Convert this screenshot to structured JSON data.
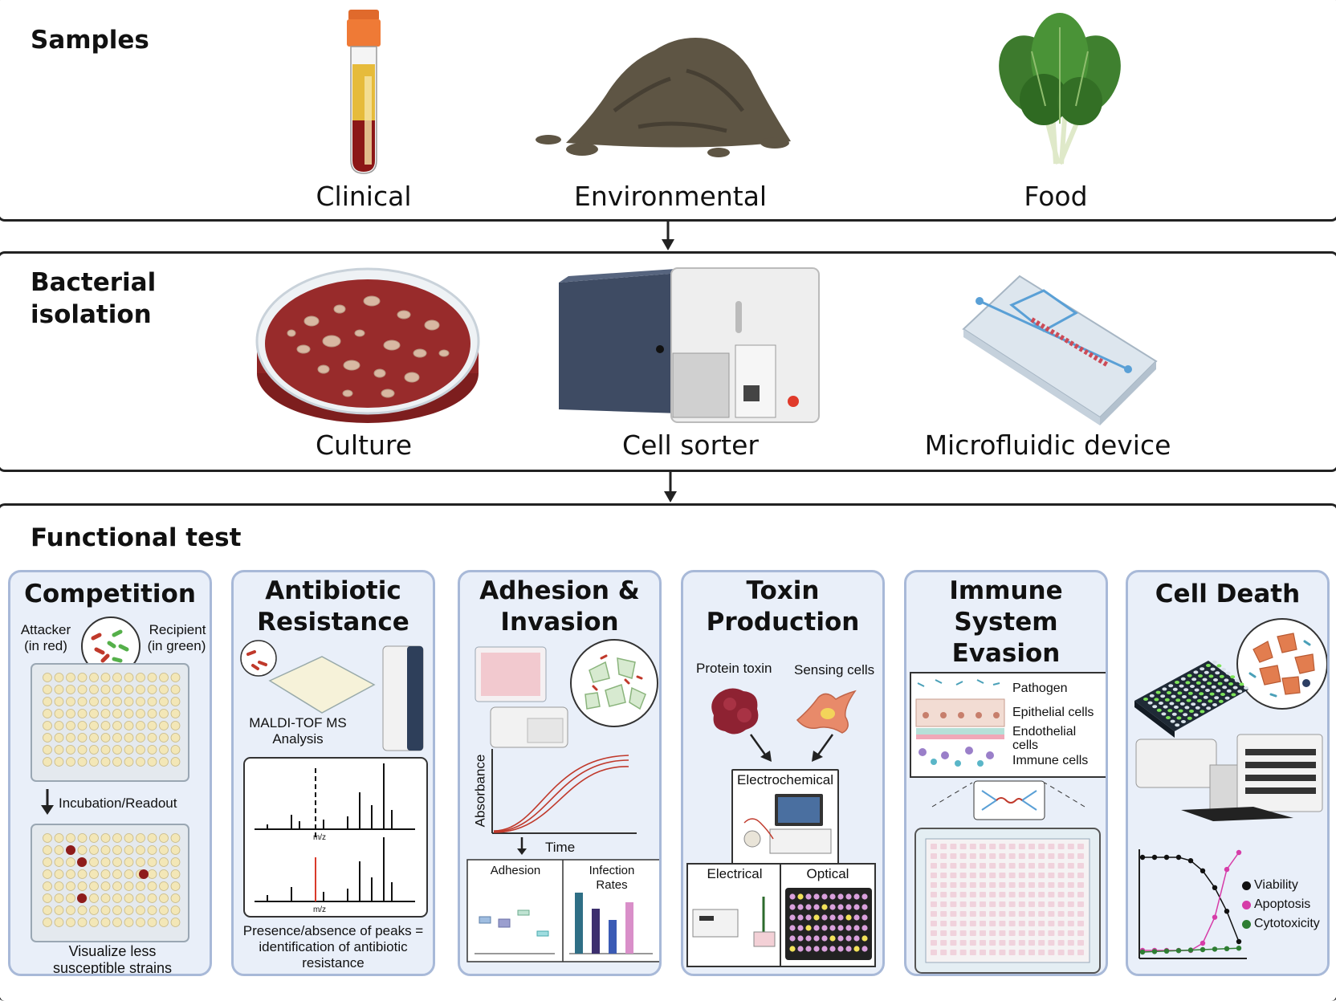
{
  "samples": {
    "title": "Samples",
    "items": [
      {
        "label": "Clinical",
        "icon": "blood-tube-icon"
      },
      {
        "label": "Environmental",
        "icon": "soil-pile-icon"
      },
      {
        "label": "Food",
        "icon": "spinach-icon"
      }
    ]
  },
  "isolation": {
    "title_line1": "Bacterial",
    "title_line2": "isolation",
    "items": [
      {
        "label": "Culture",
        "icon": "petri-dish-icon"
      },
      {
        "label": "Cell sorter",
        "icon": "cell-sorter-icon"
      },
      {
        "label": "Microfluidic device",
        "icon": "microfluidic-chip-icon"
      }
    ]
  },
  "functional": {
    "title": "Functional test",
    "competition": {
      "title": "Competition",
      "attacker": "Attacker",
      "attacker_note": "(in red)",
      "recipient": "Recipient",
      "recipient_note": "(in green)",
      "step": "Incubation/Readout",
      "caption_line1": "Visualize less",
      "caption_line2": "susceptible strains"
    },
    "antibiotic": {
      "title_line1": "Antibiotic",
      "title_line2": "Resistance",
      "method_line1": "MALDI-TOF MS",
      "method_line2": "Analysis",
      "axis": "m/z",
      "caption_line1": "Presence/absence of peaks =",
      "caption_line2": "identification of antibiotic",
      "caption_line3": "resistance"
    },
    "adhesion": {
      "title_line1": "Adhesion &",
      "title_line2": "Invasion",
      "ylabel": "Absorbance",
      "xlabel": "Time",
      "box1_title": "Adhesion",
      "box2_title_line1": "Infection",
      "box2_title_line2": "Rates"
    },
    "toxin": {
      "title_line1": "Toxin",
      "title_line2": "Production",
      "protein": "Protein toxin",
      "sensing": "Sensing cells",
      "electrochemical": "Electrochemical",
      "electrical": "Electrical",
      "optical": "Optical"
    },
    "immune": {
      "title_line1": "Immune",
      "title_line2": "System",
      "title_line3": "Evasion",
      "pathogen": "Pathogen",
      "epithelial": "Epithelial cells",
      "endothelial_line1": "Endothelial",
      "endothelial_line2": "cells",
      "immune_cells": "Immune cells"
    },
    "celldeath": {
      "title": "Cell Death",
      "legend": [
        "Viability",
        "Apoptosis",
        "Cytotoxicity"
      ],
      "legend_colors": [
        "#111111",
        "#d63ca8",
        "#2e7d32"
      ]
    }
  },
  "colors": {
    "panel_fill": "#e9eff9",
    "panel_border": "#a8b9d8",
    "attacker": "#c0392b",
    "recipient": "#55b04a"
  }
}
